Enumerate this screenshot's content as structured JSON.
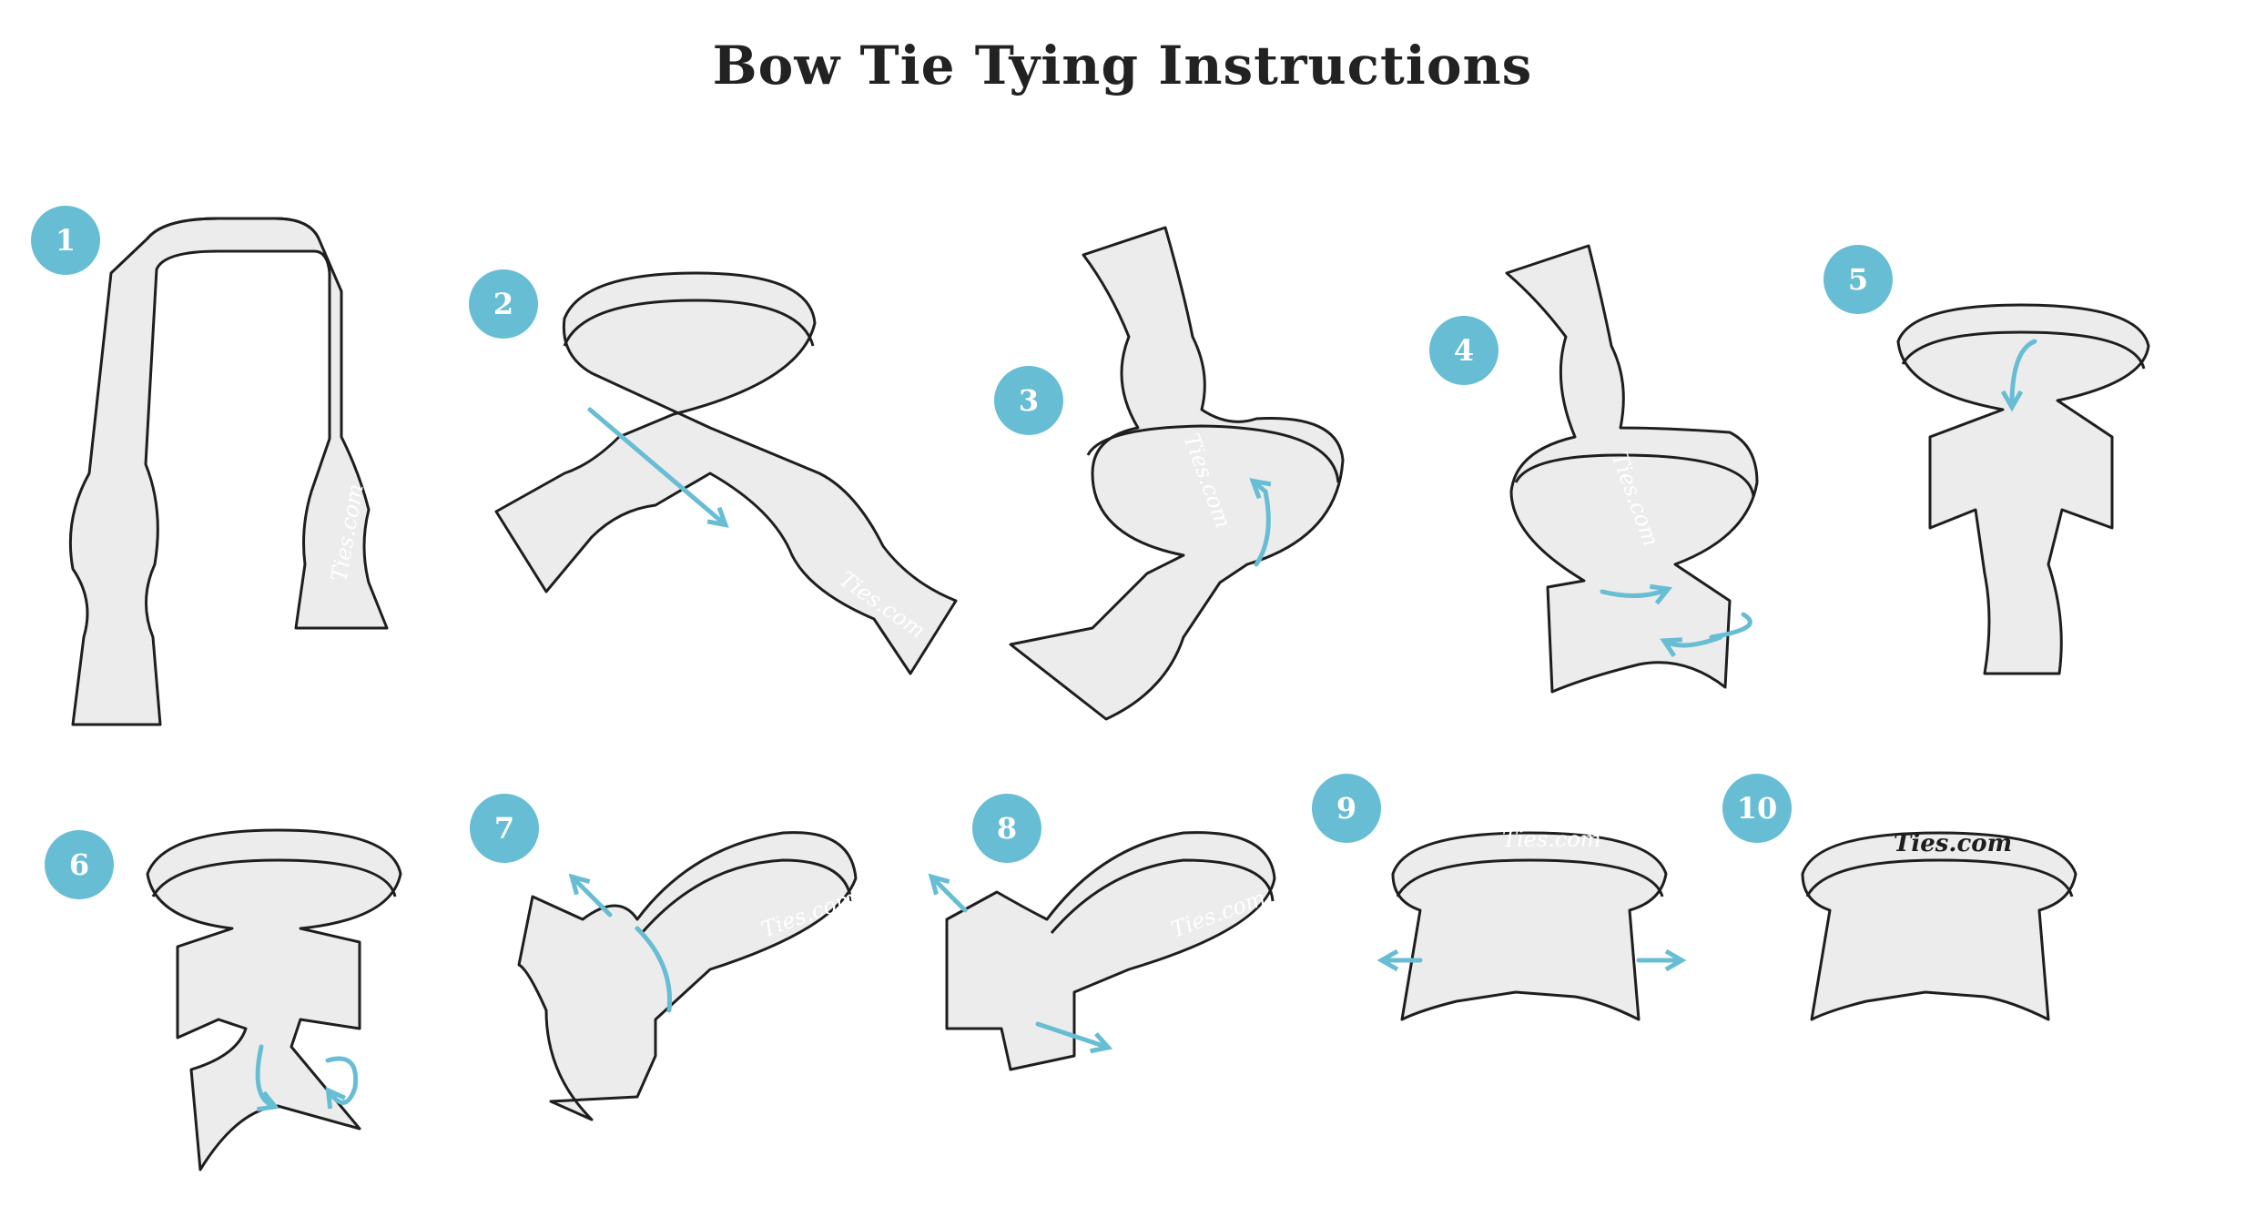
{
  "title": "Bow Tie Tying Instructions",
  "brand": "Ties.com",
  "colors": {
    "accent": "#67bdd4",
    "fabric": "#ececec",
    "outline": "#1e1e1e",
    "text": "#222222"
  },
  "steps": [
    {
      "number": "1"
    },
    {
      "number": "2"
    },
    {
      "number": "3"
    },
    {
      "number": "4"
    },
    {
      "number": "5"
    },
    {
      "number": "6"
    },
    {
      "number": "7"
    },
    {
      "number": "8"
    },
    {
      "number": "9"
    },
    {
      "number": "10"
    }
  ]
}
